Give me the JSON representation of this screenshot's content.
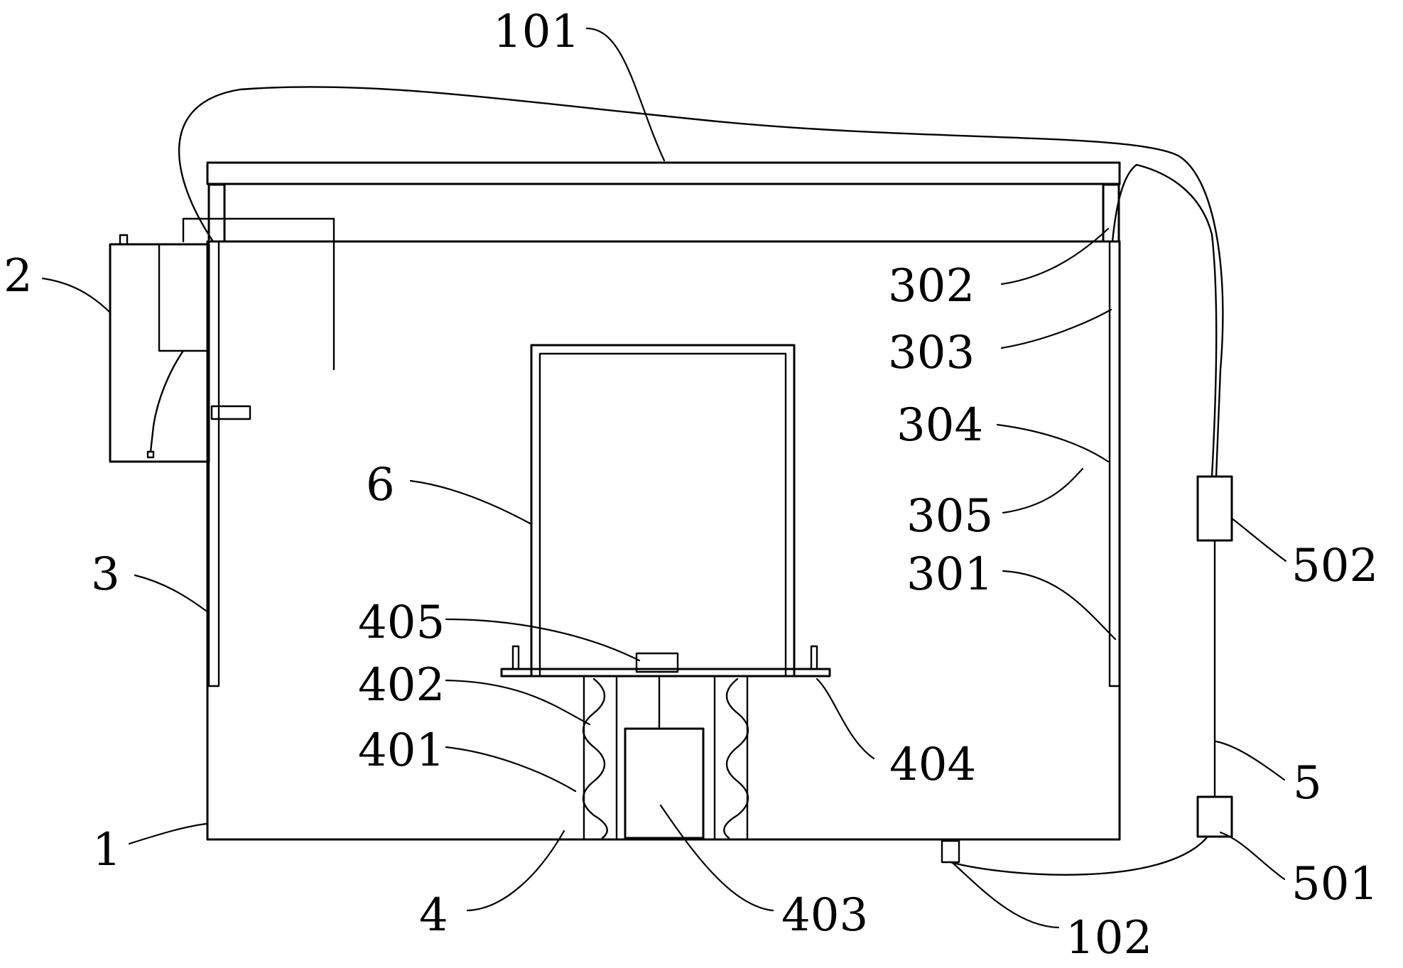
{
  "labels": {
    "l101": "101",
    "l2": "2",
    "l302": "302",
    "l303": "303",
    "l304": "304",
    "l6": "6",
    "l305": "305",
    "l3": "3",
    "l301": "301",
    "l502": "502",
    "l405": "405",
    "l402": "402",
    "l401": "401",
    "l404": "404",
    "l5": "5",
    "l1": "1",
    "l501": "501",
    "l4": "4",
    "l403": "403",
    "l102": "102"
  }
}
